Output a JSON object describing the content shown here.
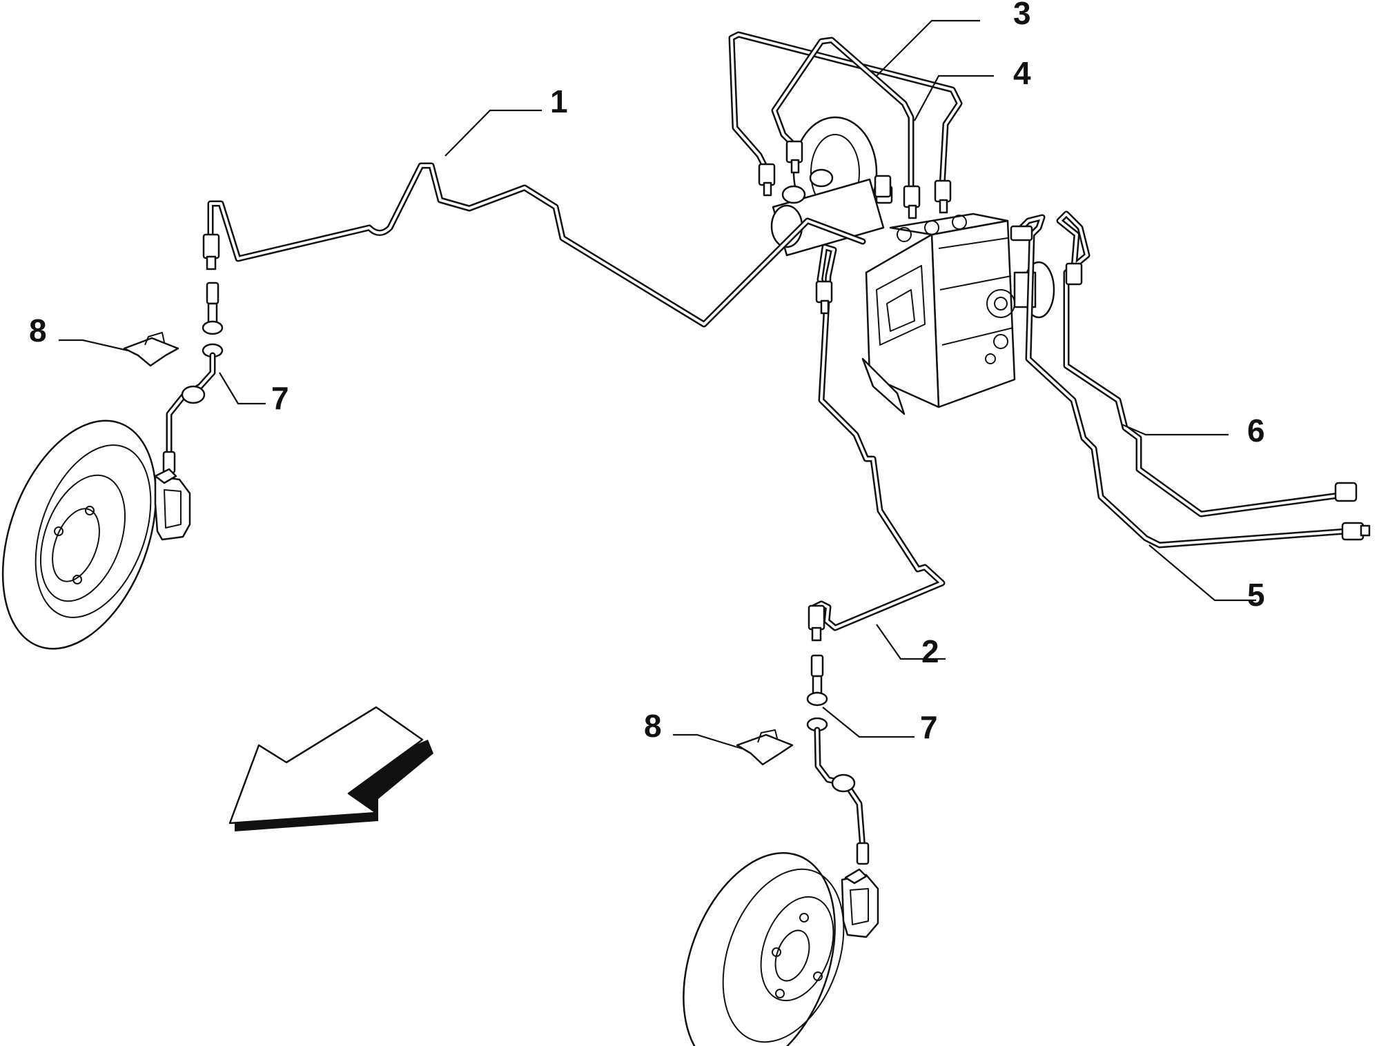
{
  "callouts": {
    "c1": "1",
    "c2": "2",
    "c3": "3",
    "c4": "4",
    "c5": "5",
    "c6": "6",
    "c7_left": "7",
    "c7_right": "7",
    "c8_left": "8",
    "c8_right": "8"
  },
  "colors": {
    "line": "#111111",
    "background": "#ffffff"
  }
}
